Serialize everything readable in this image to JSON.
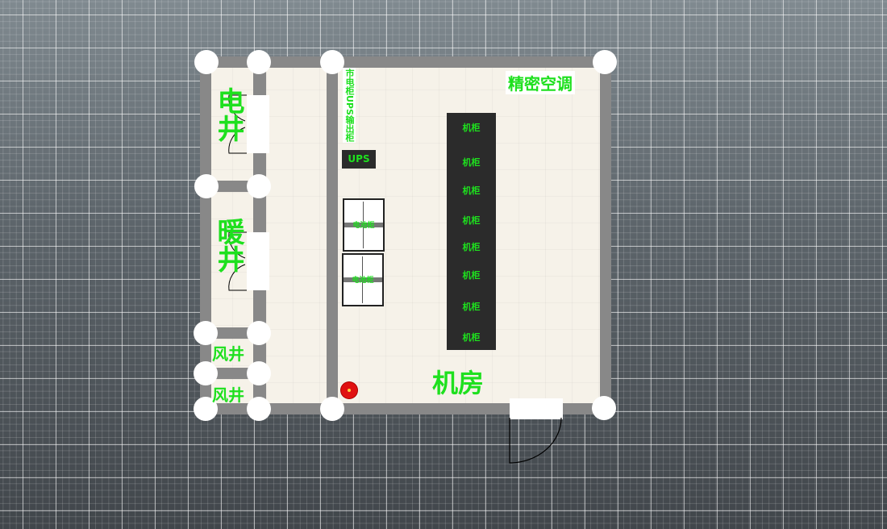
{
  "rooms": {
    "main": "机房",
    "ac": "精密空调",
    "elec_shaft": "电井",
    "heat_shaft": "暖井",
    "air_shaft_1": "风井",
    "air_shaft_2": "风井"
  },
  "equipment": {
    "panel": "市电柜UPS输出柜",
    "ups": "UPS",
    "battery_1": "电池柜",
    "battery_2": "电池柜",
    "racks": [
      "机柜",
      "机柜",
      "机柜",
      "机柜",
      "机柜",
      "机柜",
      "机柜",
      "机柜"
    ]
  },
  "colors": {
    "label": "#1ee01e",
    "wall": "#888888",
    "floor": "#f6f2e9"
  }
}
